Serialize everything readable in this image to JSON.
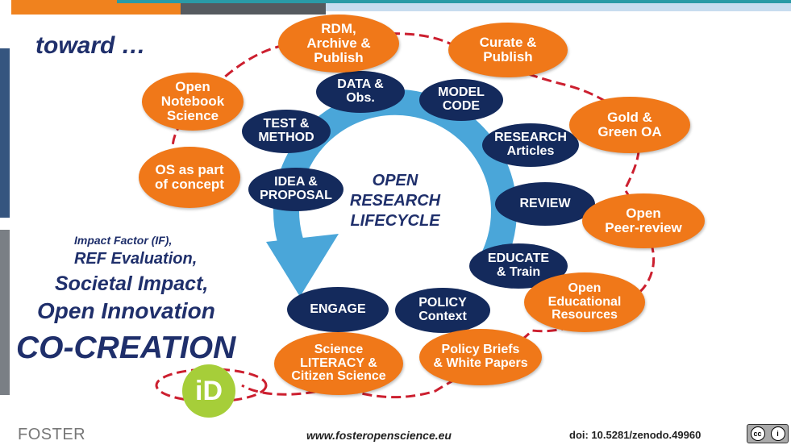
{
  "header": {
    "title": "toward …"
  },
  "center_label": [
    "OPEN",
    "RESEARCH",
    "LIFECYCLE"
  ],
  "lifecycle": {
    "idea": [
      "IDEA &",
      "PROPOSAL"
    ],
    "test": [
      "TEST &",
      "METHOD"
    ],
    "data": [
      "DATA &",
      "Obs."
    ],
    "model": [
      "MODEL",
      "CODE"
    ],
    "research": [
      "RESEARCH",
      "Articles"
    ],
    "review": [
      "REVIEW"
    ],
    "educate": [
      "EDUCATE",
      "& Train"
    ],
    "policy": [
      "POLICY",
      "Context"
    ],
    "engage": [
      "ENGAGE"
    ]
  },
  "open_practices": {
    "os_concept": [
      "OS as part",
      "of concept"
    ],
    "notebook": [
      "Open",
      "Notebook",
      "Science"
    ],
    "rdm": [
      "RDM,",
      "Archive &",
      "Publish"
    ],
    "curate": [
      "Curate &",
      "Publish"
    ],
    "gold_green": [
      "Gold &",
      "Green OA"
    ],
    "peer_review": [
      "Open",
      "Peer-review"
    ],
    "oer": [
      "Open",
      "Educational",
      "Resources"
    ],
    "policy_briefs": [
      "Policy Briefs",
      "& White Papers"
    ],
    "literacy": [
      "Science",
      "LITERACY &",
      "Citizen Science"
    ]
  },
  "impact": {
    "line1": "Impact Factor (IF),",
    "line2": "REF Evaluation,",
    "line3": "Societal Impact,",
    "line4": "Open Innovation",
    "line5": "CO-CREATION"
  },
  "orcid_label": "iD",
  "footer": {
    "logo_text": "FOSTER",
    "url": "www.fosteropenscience.eu",
    "doi": "doi: 10.5281/zenodo.49960",
    "license_cc": "cc",
    "license_by": "i"
  },
  "colors": {
    "navy": "#142a5c",
    "orange": "#f07819",
    "cycle_arrow": "#4aa6d9",
    "dashed_path": "#cc1f2f",
    "title": "#1f2f6b",
    "orcid": "#a6ce39"
  }
}
